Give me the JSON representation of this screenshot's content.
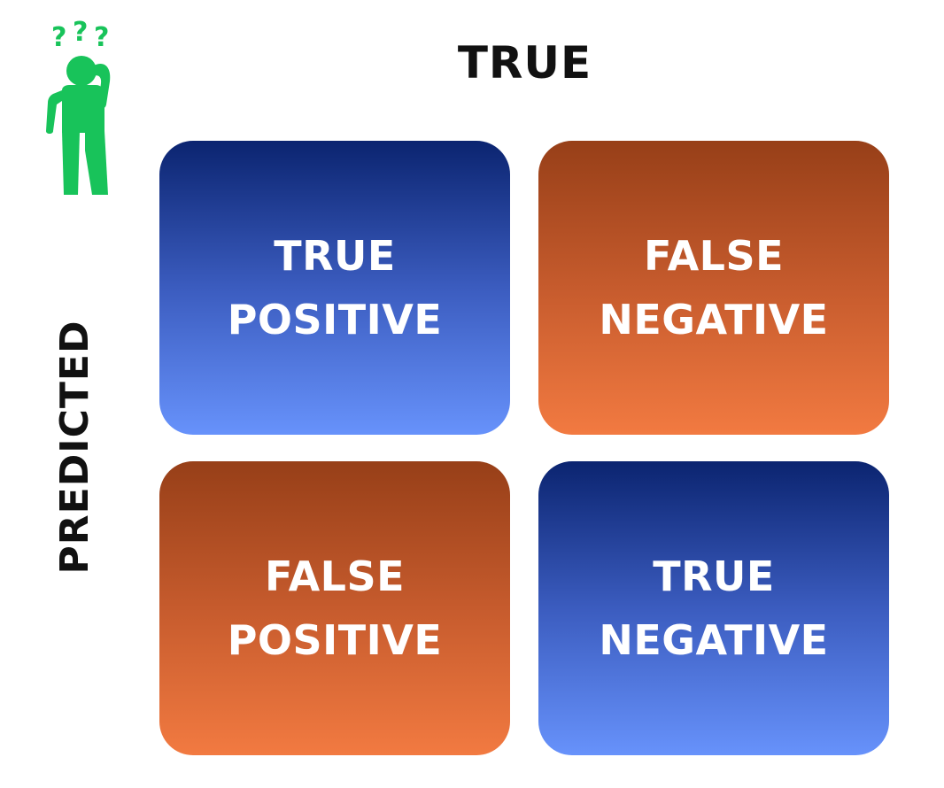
{
  "header": {
    "column_label": "TRUE",
    "row_label": "PREDICTED"
  },
  "icon": {
    "name": "confused-person-icon",
    "question_marks": "???",
    "color": "#18c35a"
  },
  "cells": {
    "top_left": {
      "line1": "TRUE",
      "line2": "POSITIVE",
      "style": "blue"
    },
    "top_right": {
      "line1": "FALSE",
      "line2": "NEGATIVE",
      "style": "orange"
    },
    "bottom_left": {
      "line1": "FALSE",
      "line2": "POSITIVE",
      "style": "orange"
    },
    "bottom_right": {
      "line1": "TRUE",
      "line2": "NEGATIVE",
      "style": "blue"
    }
  },
  "colors": {
    "blue_top": "#0b2470",
    "blue_bottom": "#6792fb",
    "orange_top": "#973f18",
    "orange_bottom": "#f27a41",
    "text_dark": "#111111",
    "text_light": "#ffffff"
  }
}
